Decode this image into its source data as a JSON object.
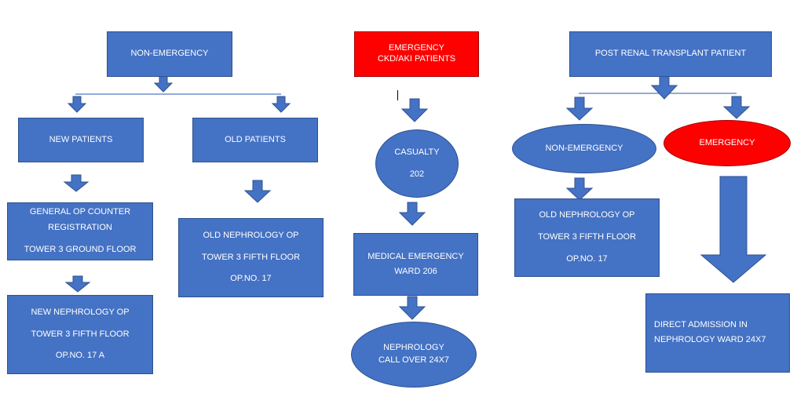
{
  "colors": {
    "box_fill": "#4472c4",
    "box_border": "#2f528f",
    "emergency_fill": "#ff0000",
    "text": "#ffffff",
    "connector": "#6f8fcf"
  },
  "non_emergency": {
    "title": "NON-EMERGENCY",
    "new_patients": {
      "label": "NEW PATIENTS",
      "registration": {
        "line1": "GENERAL OP COUNTER",
        "line2": "REGISTRATION",
        "line3": "TOWER 3 GROUND FLOOR"
      },
      "op": {
        "line1": "NEW NEPHROLOGY OP",
        "line2": "TOWER 3 FIFTH FLOOR",
        "line3": "OP.NO. 17 A"
      }
    },
    "old_patients": {
      "label": "OLD PATIENTS",
      "op": {
        "line1": "OLD NEPHROLOGY OP",
        "line2": "TOWER 3 FIFTH FLOOR",
        "line3": "OP.NO. 17"
      }
    }
  },
  "emergency": {
    "title": "EMERGENCY CKD/AKI PATIENTS",
    "casualty": {
      "line1": "CASUALTY",
      "line2": "202"
    },
    "ward": {
      "line1": "MEDICAL EMERGENCY",
      "line2": "WARD 206"
    },
    "call": {
      "line1": "NEPHROLOGY",
      "line2": "CALL OVER 24X7"
    }
  },
  "transplant": {
    "title": "POST RENAL TRANSPLANT PATIENT",
    "non_emergency": {
      "label": "NON-EMERGENCY",
      "op": {
        "line1": "OLD NEPHROLOGY OP",
        "line2": "TOWER 3 FIFTH FLOOR",
        "line3": "OP.NO. 17"
      }
    },
    "emergency": {
      "label": "EMERGENCY",
      "admission": {
        "line1": "DIRECT ADMISSION IN",
        "line2": "NEPHROLOGY WARD 24X7"
      }
    }
  }
}
